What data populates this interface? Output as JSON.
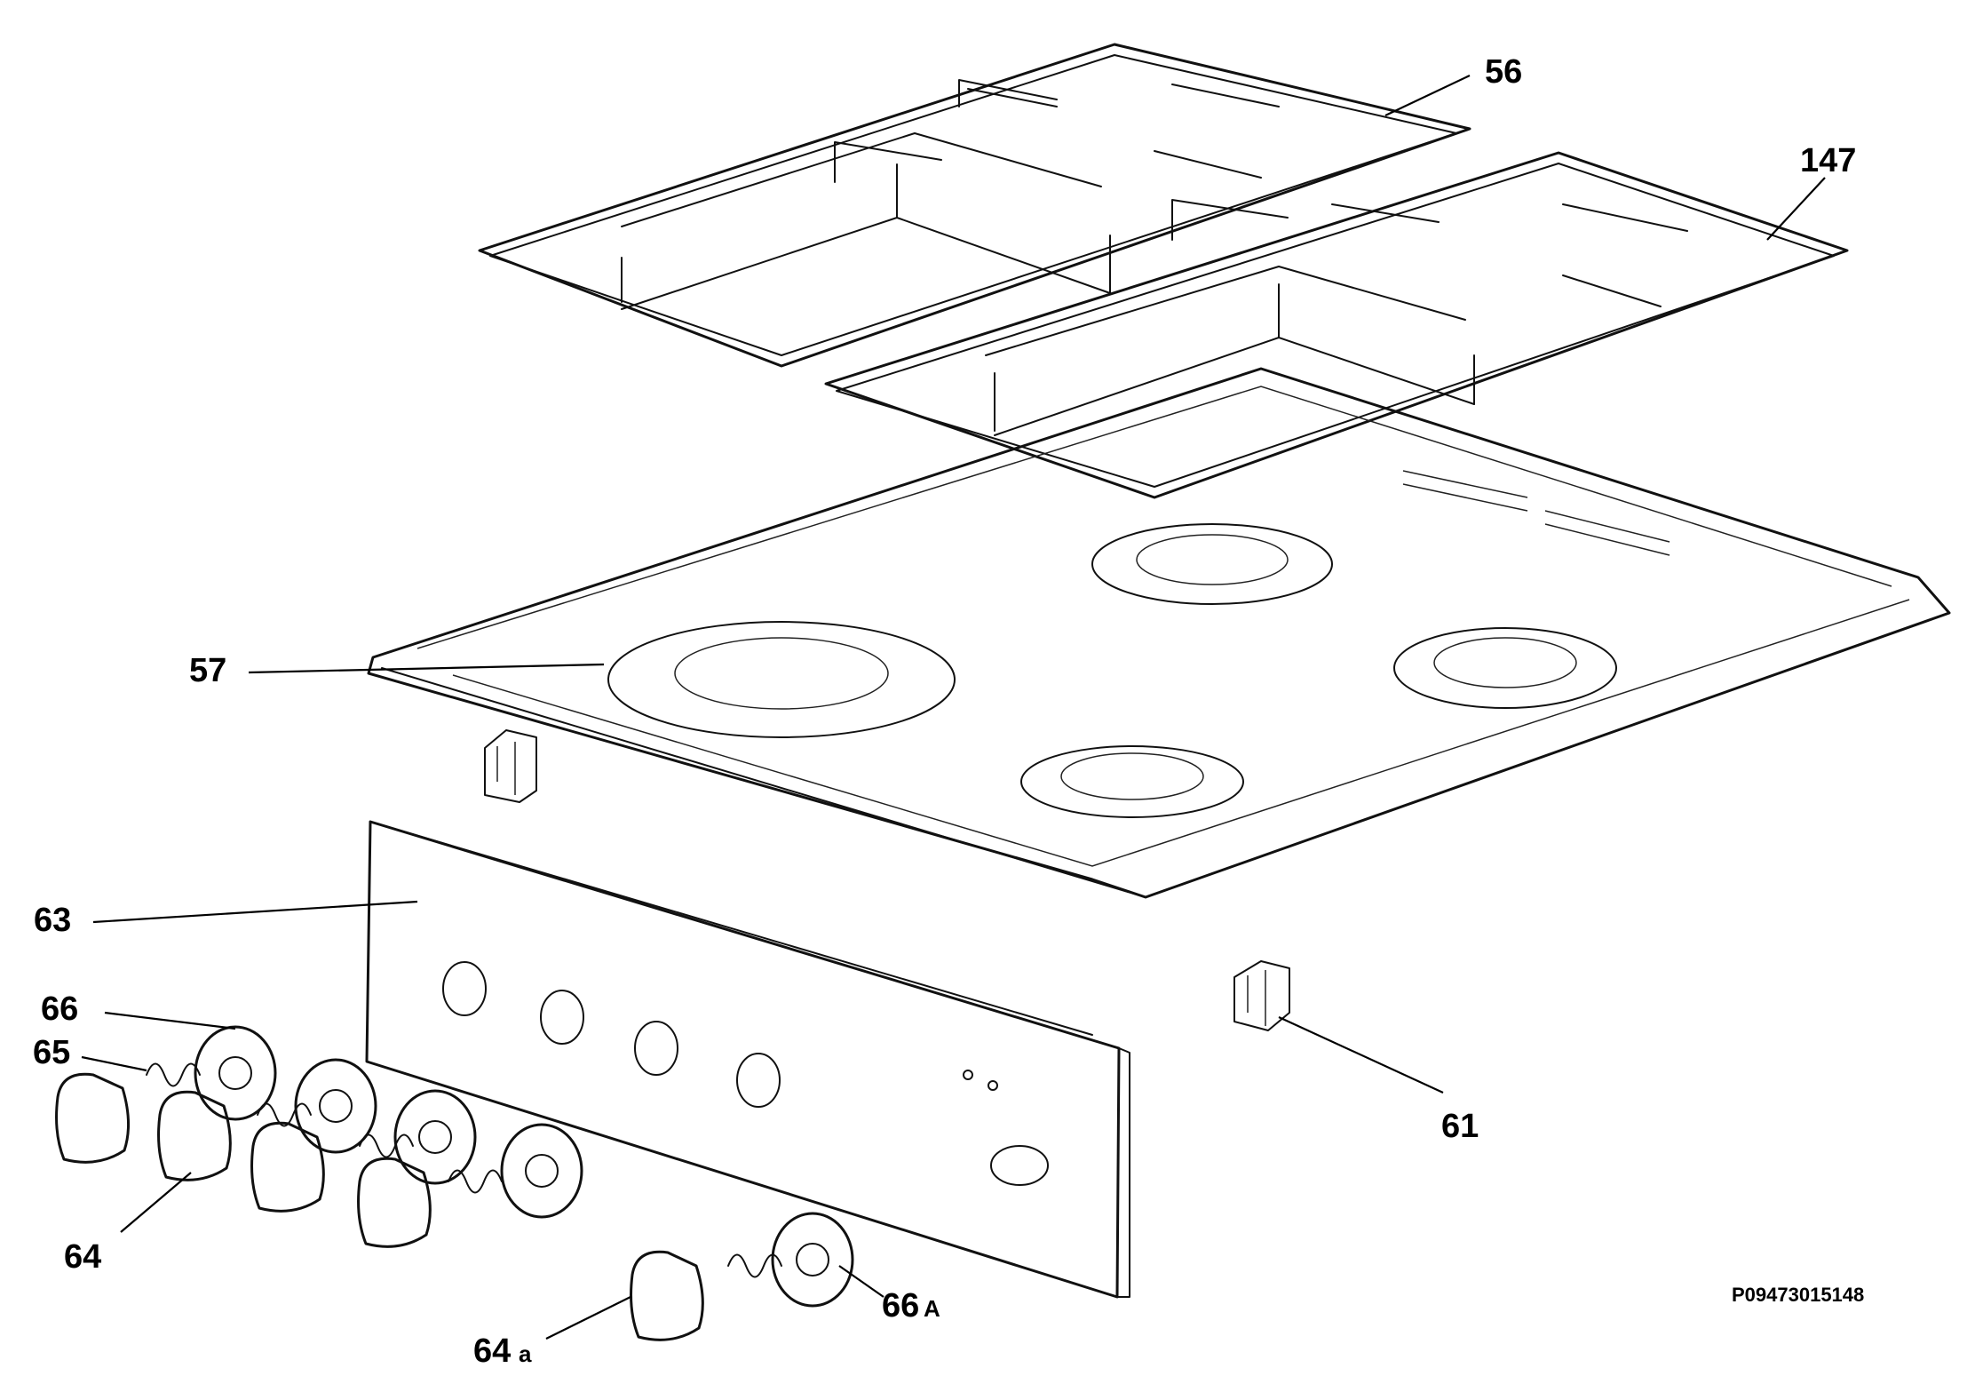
{
  "callouts": {
    "c56": "56",
    "c147": "147",
    "c57": "57",
    "c63": "63",
    "c66": "66",
    "c65": "65",
    "c64": "64",
    "c61": "61",
    "c64a_num": "64",
    "c64a_suffix": "a",
    "c66a_num": "66",
    "c66a_suffix": "A"
  },
  "drawing_code": "P09473015148"
}
